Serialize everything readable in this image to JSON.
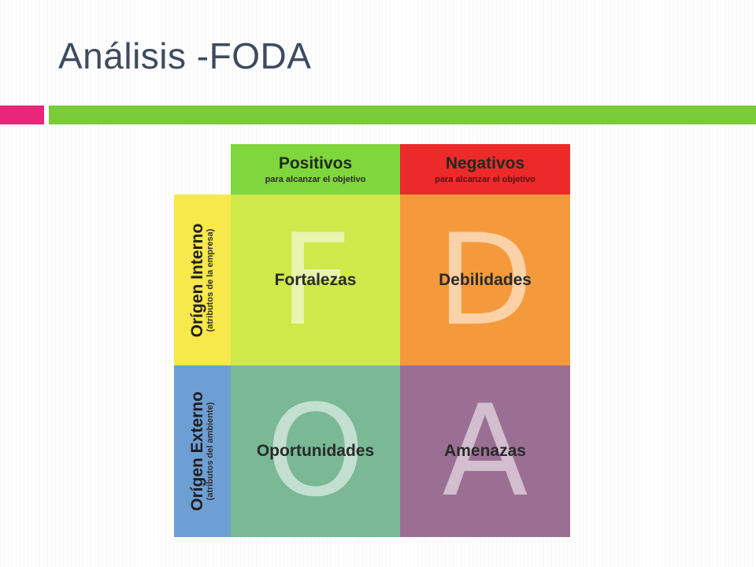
{
  "slide": {
    "title": "Análisis -FODA"
  },
  "colors": {
    "accent_pink": "#e8277b",
    "accent_green": "#7acc3a",
    "positivos_header": "#7fd63d",
    "negativos_header": "#ec2a2a",
    "interno_side": "#f7e84b",
    "externo_side": "#6e9fd4",
    "fortalezas": "#cfe84a",
    "debilidades": "#f59a3c",
    "oportunidades": "#7ab896",
    "amenazas": "#9b6f93"
  },
  "matrix": {
    "columns": [
      {
        "title": "Positivos",
        "subtitle": "para alcanzar el objetivo"
      },
      {
        "title": "Negativos",
        "subtitle": "para alcanzar el objetivo"
      }
    ],
    "rows": [
      {
        "title": "Orígen Interno",
        "subtitle": "(atributos de la empresa)"
      },
      {
        "title": "Orígen Externo",
        "subtitle": "(atributos del ambiente)"
      }
    ],
    "quadrants": [
      {
        "letter": "F",
        "label": "Fortalezas"
      },
      {
        "letter": "D",
        "label": "Debilidades"
      },
      {
        "letter": "O",
        "label": "Oportunidades"
      },
      {
        "letter": "A",
        "label": "Amenazas"
      }
    ]
  }
}
